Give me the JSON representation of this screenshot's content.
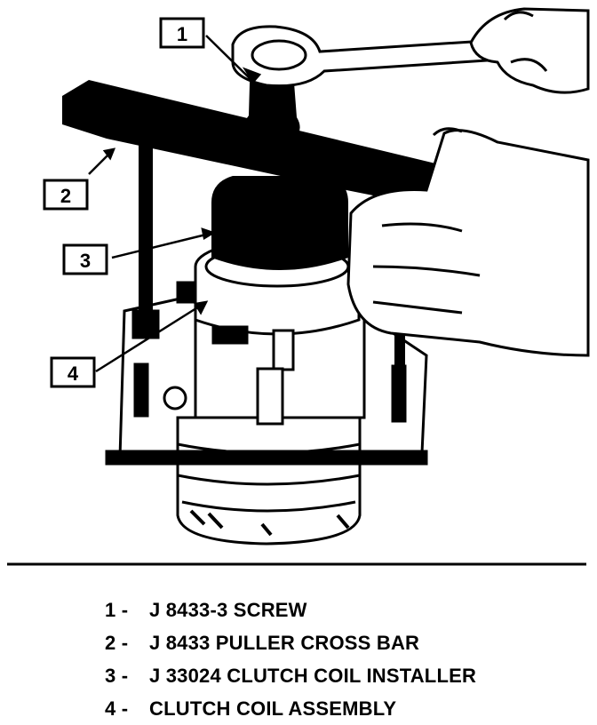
{
  "callouts": [
    {
      "number": "1"
    },
    {
      "number": "2"
    },
    {
      "number": "3"
    },
    {
      "number": "4"
    }
  ],
  "legend": [
    {
      "prefix": "1 -",
      "text": "J 8433-3 SCREW"
    },
    {
      "prefix": "2 -",
      "text": "J 8433 PULLER CROSS BAR"
    },
    {
      "prefix": "3 -",
      "text": "J 33024 CLUTCH COIL INSTALLER"
    },
    {
      "prefix": "4 -",
      "text": "CLUTCH COIL ASSEMBLY"
    }
  ],
  "colors": {
    "ink": "#000000",
    "paper": "#ffffff"
  }
}
